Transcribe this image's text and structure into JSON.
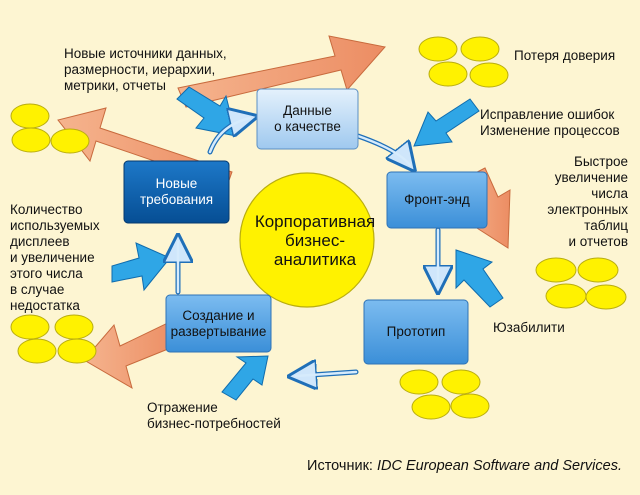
{
  "center": {
    "title": "Корпоративная\nбизнес-\nаналитика"
  },
  "boxes": {
    "data_quality": "Данные\nо качестве",
    "front_end": "Фронт-энд",
    "prototype": "Прототип",
    "create_deploy": "Создание и\nразвертывание",
    "new_requirements": "Новые\nтребования"
  },
  "labels": {
    "new_sources": "Новые источники данных,\nразмерности, иерархии,\nметрики, отчеты",
    "trust_loss": "Потеря доверия",
    "fixes": "Исправление ошибок\nИзменение процессов",
    "spreadsheets": "Быстрое\nувеличение\nчисла\nэлектронных\nтаблиц\nи отчетов",
    "usability": "Юзабилити",
    "business_needs": "Отражение\nбизнес-потребностей",
    "displays": "Количество\nиспользуемых\nдисплеев\nи увеличение\nэтого числа\nв случае\nнедостатка"
  },
  "footer": {
    "prefix": "Источник: ",
    "source": "IDC European Software and Services."
  },
  "colors": {
    "background": "#fdf5d2",
    "center_circle": "#fff200",
    "coin": "#fff200",
    "big_arrow": "#f0a07a",
    "blue_arrow": "#2fa6e6",
    "dark_box": "#0b5fa8",
    "mid_box": "#4f9fe0",
    "light_box": "#b9d9f5"
  }
}
